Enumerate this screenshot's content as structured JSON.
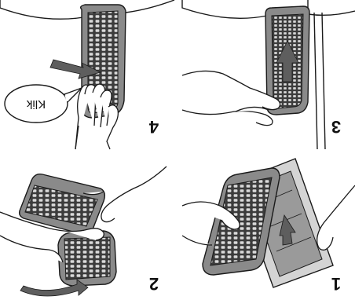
{
  "steps": [
    {
      "number": "4",
      "label": "Klik"
    },
    {
      "number": "3"
    },
    {
      "number": "2"
    },
    {
      "number": "1"
    }
  ],
  "colors": {
    "line": "#1a1a1a",
    "filter_frame": "#7a7a7a",
    "filter_dark": "#3c3c3c",
    "arrow": "#5e5e5e",
    "skin": "#ffffff"
  }
}
